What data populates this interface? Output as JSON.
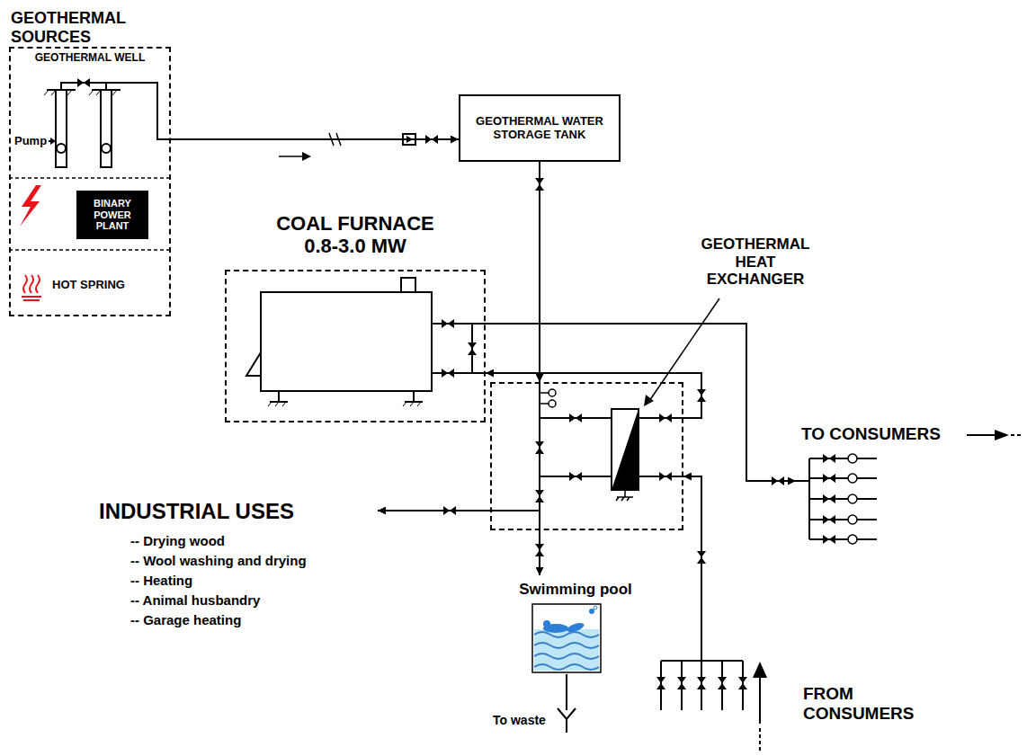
{
  "diagram": {
    "nodes": [
      {
        "text": [
          "GEOTHERMAL SOURCES"
        ]
      },
      {
        "text": [
          "GEOTHERMAL WELL",
          "Pump"
        ],
        "in": 0
      },
      {
        "text": [
          "BINARY POWER PLANT"
        ],
        "in": 0
      },
      {
        "text": [
          "HOT SPRING"
        ],
        "in": 0
      },
      {
        "text": [
          "GEOTHERMAL WATER STORAGE TANK"
        ]
      },
      {
        "text": [
          "COAL FURNACE 0.8-3.0 MW"
        ]
      },
      {
        "text": [
          "GEOTHERMAL HEAT EXCHANGER"
        ]
      },
      {
        "text": [
          "INDUSTRIAL USES",
          "-- Drying wood",
          "-- Wool washing and drying",
          "-- Heating",
          "-- Animal husbandry",
          "-- Garage heating"
        ]
      },
      {
        "text": [
          "Swimming pool"
        ]
      },
      {
        "text": [
          "TO CONSUMERS"
        ]
      },
      {
        "text": [
          "FROM CONSUMERS"
        ]
      }
    ],
    "edges": [
      {
        "from": 1,
        "to": 4,
        "arrow": "to"
      },
      {
        "from": 4,
        "to": 6,
        "arrow": "to"
      },
      {
        "from": 10,
        "to": 6,
        "arrow": "to"
      },
      {
        "from": 6,
        "to": 5,
        "arrow": "to"
      },
      {
        "from": 5,
        "to": 9,
        "arrow": "to"
      },
      {
        "from": 6,
        "to": 7,
        "arrow": "to"
      },
      {
        "from": 6,
        "to": 8,
        "arrow": "to"
      }
    ],
    "labels": [
      "To waste"
    ]
  }
}
